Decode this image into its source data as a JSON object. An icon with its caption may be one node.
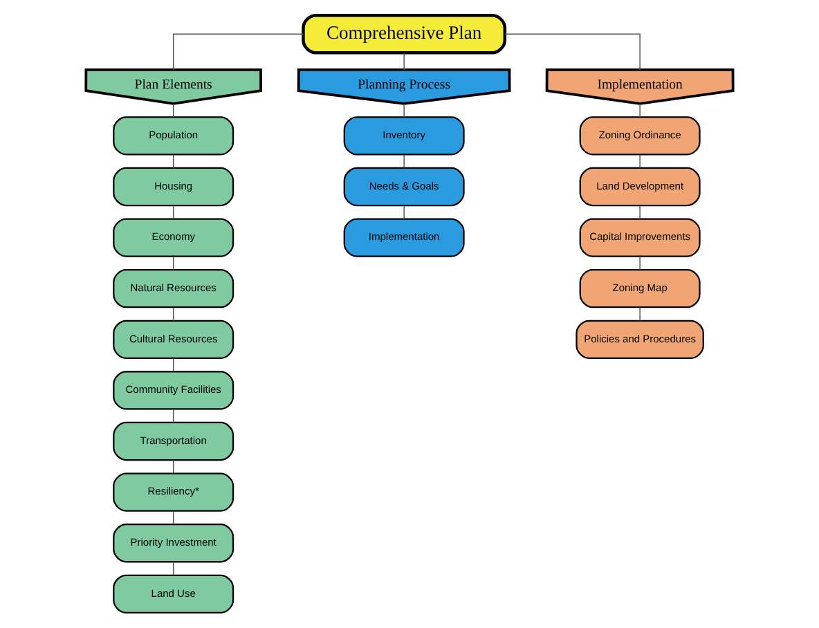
{
  "diagram": {
    "nodes": [
      {
        "text": [
          "Comprehensive Plan"
        ]
      },
      {
        "text": [
          "Plan Elements"
        ]
      },
      {
        "text": [
          "Planning Process"
        ]
      },
      {
        "text": [
          "Implementation"
        ]
      },
      {
        "text": [
          "Population"
        ]
      },
      {
        "text": [
          "Housing"
        ]
      },
      {
        "text": [
          "Economy"
        ]
      },
      {
        "text": [
          "Natural Resources"
        ]
      },
      {
        "text": [
          "Cultural Resources"
        ]
      },
      {
        "text": [
          "Community Facilities"
        ]
      },
      {
        "text": [
          "Transportation"
        ]
      },
      {
        "text": [
          "Resiliency*"
        ]
      },
      {
        "text": [
          "Priority Investment"
        ]
      },
      {
        "text": [
          "Land Use"
        ]
      },
      {
        "text": [
          "Inventory"
        ]
      },
      {
        "text": [
          "Needs & Goals"
        ]
      },
      {
        "text": [
          "Implementation"
        ]
      },
      {
        "text": [
          "Zoning Ordinance"
        ]
      },
      {
        "text": [
          "Land Development"
        ]
      },
      {
        "text": [
          "Capital Improvements"
        ]
      },
      {
        "text": [
          "Zoning Map"
        ]
      },
      {
        "text": [
          "Policies and Procedures"
        ]
      }
    ],
    "edges": [
      {
        "from": 0,
        "to": 1,
        "arrow": "none"
      },
      {
        "from": 0,
        "to": 2,
        "arrow": "none"
      },
      {
        "from": 0,
        "to": 3,
        "arrow": "none"
      },
      {
        "from": 1,
        "to": 4,
        "arrow": "none"
      },
      {
        "from": 4,
        "to": 5,
        "arrow": "none"
      },
      {
        "from": 5,
        "to": 6,
        "arrow": "none"
      },
      {
        "from": 6,
        "to": 7,
        "arrow": "none"
      },
      {
        "from": 7,
        "to": 8,
        "arrow": "none"
      },
      {
        "from": 8,
        "to": 9,
        "arrow": "none"
      },
      {
        "from": 9,
        "to": 10,
        "arrow": "none"
      },
      {
        "from": 10,
        "to": 11,
        "arrow": "none"
      },
      {
        "from": 11,
        "to": 12,
        "arrow": "none"
      },
      {
        "from": 12,
        "to": 13,
        "arrow": "none"
      },
      {
        "from": 2,
        "to": 14,
        "arrow": "none"
      },
      {
        "from": 14,
        "to": 15,
        "arrow": "none"
      },
      {
        "from": 15,
        "to": 16,
        "arrow": "none"
      },
      {
        "from": 3,
        "to": 17,
        "arrow": "none"
      },
      {
        "from": 17,
        "to": 18,
        "arrow": "none"
      },
      {
        "from": 18,
        "to": 19,
        "arrow": "none"
      },
      {
        "from": 19,
        "to": 20,
        "arrow": "none"
      },
      {
        "from": 20,
        "to": 21,
        "arrow": "none"
      }
    ]
  }
}
